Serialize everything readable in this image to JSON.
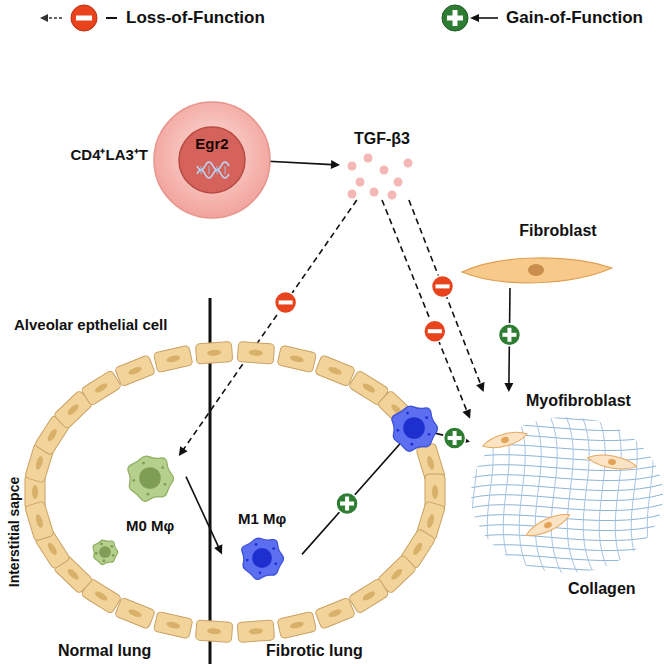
{
  "diagram": {
    "nodes": [
      {
        "text": [
          "CD4⁺LA3⁺T"
        ]
      },
      {
        "text": [
          "Egr2"
        ],
        "in": 0
      },
      {
        "text": [
          "TGF-β3"
        ]
      },
      {
        "text": [
          "Fibroblast"
        ]
      },
      {
        "text": [
          "Alveolar epthelial cell"
        ]
      },
      {
        "text": [
          "M0 Mφ"
        ],
        "in": 4
      },
      {
        "text": [
          "M1 Mφ"
        ],
        "in": 4
      },
      {
        "text": [
          "Myofibroblast"
        ]
      }
    ],
    "edges": [
      {
        "from": 1,
        "to": 2,
        "arrow": "to"
      },
      {
        "from": 2,
        "to": 5,
        "arrow": "to"
      },
      {
        "from": 2,
        "to": 7,
        "arrow": "to"
      },
      {
        "from": 2,
        "to": 7,
        "arrow": "to"
      },
      {
        "from": 5,
        "to": 6,
        "arrow": "to"
      },
      {
        "from": 6,
        "to": 7,
        "arrow": "to"
      },
      {
        "from": 3,
        "to": 7,
        "arrow": "to"
      }
    ],
    "labels": [
      "Interstitial sapce",
      "Collagen",
      "Normal lung",
      "Fibrotic lung"
    ],
    "legend": [
      {
        "text": "Loss-of-Function"
      },
      {
        "text": "Gain-of-Function"
      }
    ]
  }
}
